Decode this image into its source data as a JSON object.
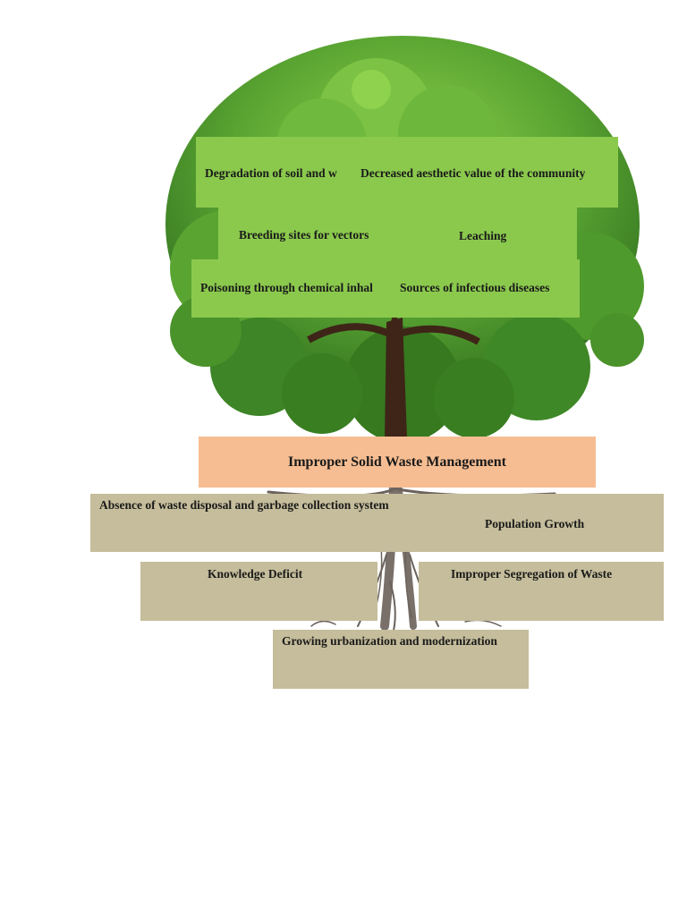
{
  "core_problem": "Improper Solid Waste Management",
  "effects": [
    "Degradation of soil and w",
    "Decreased aesthetic value of the community",
    "Breeding sites for vectors",
    "Leaching",
    "Poisoning through chemical inhal",
    "Sources of infectious diseases"
  ],
  "causes": [
    "Absence of waste disposal and garbage collection system",
    "Population Growth",
    "Knowledge Deficit",
    "Improper Segregation of Waste",
    "Growing urbanization and modernization"
  ],
  "colors": {
    "effects_box": "#8bc94d",
    "core_box": "#f6bd92",
    "causes_box": "#c5bd9b",
    "foliage": "#4f9a2c",
    "trunk": "#3e2518"
  },
  "icons": [
    "tree-illustration"
  ]
}
